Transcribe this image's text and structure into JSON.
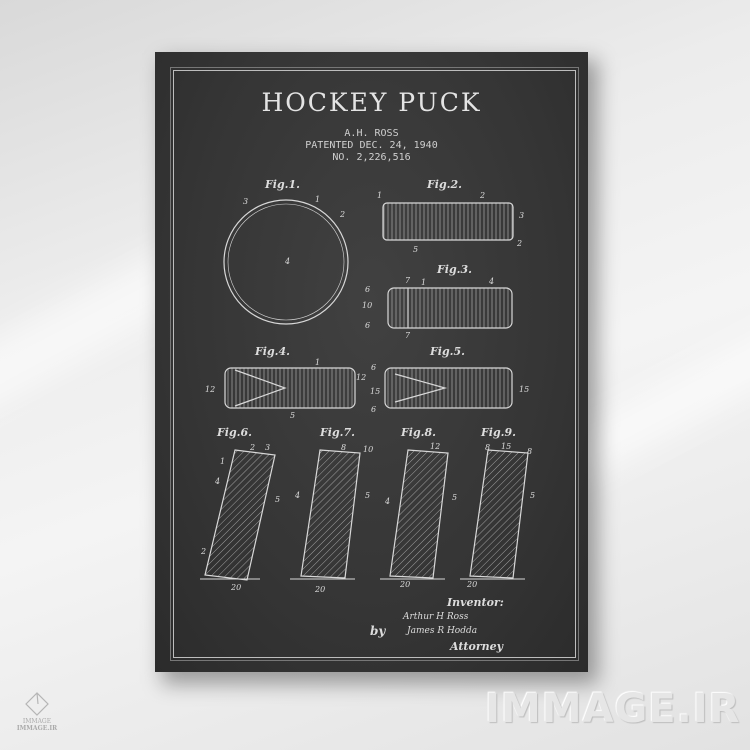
{
  "poster": {
    "title": "HOCKEY PUCK",
    "inventor": "A.H. ROSS",
    "patented": "PATENTED DEC. 24, 1940",
    "number": "NO. 2,226,516",
    "figures": [
      "Fig.1.",
      "Fig.2.",
      "Fig.3.",
      "Fig.4.",
      "Fig.5.",
      "Fig.6.",
      "Fig.7.",
      "Fig.8.",
      "Fig.9."
    ],
    "parts": {
      "fig1": [
        "3",
        "1",
        "2",
        "4"
      ],
      "fig2": [
        "1",
        "2",
        "3",
        "5",
        "2"
      ],
      "fig3": [
        "7",
        "1",
        "4",
        "6",
        "10",
        "6",
        "7"
      ],
      "fig4": [
        "1",
        "12",
        "12",
        "5"
      ],
      "fig5": [
        "6",
        "15",
        "15",
        "6"
      ],
      "fig6": [
        "2",
        "3",
        "1",
        "4",
        "5",
        "2",
        "20"
      ],
      "fig7": [
        "8",
        "10",
        "4",
        "5",
        "20"
      ],
      "fig8": [
        "12",
        "4",
        "5",
        "20"
      ],
      "fig9": [
        "8",
        "15",
        "8",
        "5",
        "20"
      ]
    },
    "inventor_label": "Inventor:",
    "inventor_signature": "Arthur H Ross",
    "by_label": "by",
    "attorney_signature": "James R Hodda",
    "attorney_label": "Attorney"
  },
  "watermark": {
    "text": "IMMAGE.IR",
    "logo_name": "IMMAGE",
    "logo_sub": "IMMAGE.IR"
  }
}
